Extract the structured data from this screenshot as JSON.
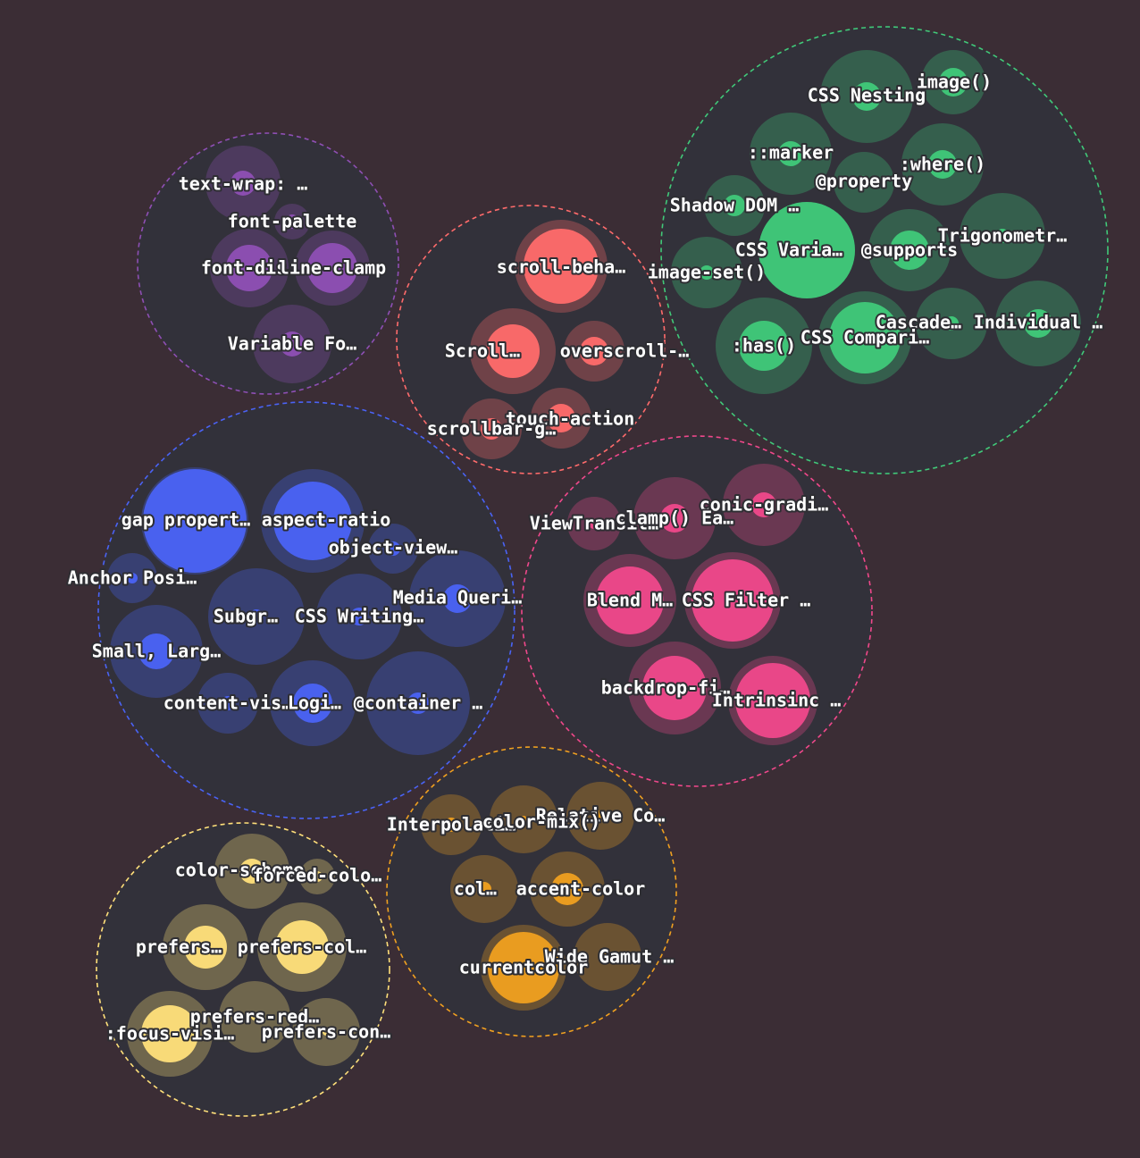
{
  "chart_data": {
    "type": "packed-bubble",
    "groups": [
      {
        "id": "typography",
        "color": "#8e4fb4",
        "items": [
          {
            "label": "text-wrap: …"
          },
          {
            "label": "font-palette"
          },
          {
            "label": "font-dis…"
          },
          {
            "label": "line-clamp"
          },
          {
            "label": "Variable Fo…"
          }
        ]
      },
      {
        "id": "scrolling",
        "color": "#ff6b6b",
        "items": [
          {
            "label": "scroll-beha…"
          },
          {
            "label": "Scroll…"
          },
          {
            "label": "overscroll-…"
          },
          {
            "label": "touch-action"
          },
          {
            "label": "scrollbar-g…"
          }
        ]
      },
      {
        "id": "selectors-modern",
        "color": "#40c979",
        "items": [
          {
            "label": "CSS Nesting"
          },
          {
            "label": "image()"
          },
          {
            "label": "::marker"
          },
          {
            "label": ":where()"
          },
          {
            "label": "@property"
          },
          {
            "label": "Shadow DOM …"
          },
          {
            "label": "Trigonometr…"
          },
          {
            "label": "CSS Varia…"
          },
          {
            "label": "@supports"
          },
          {
            "label": "image-set()"
          },
          {
            "label": "Cascade…"
          },
          {
            "label": "Individual …"
          },
          {
            "label": "CSS Compari…"
          },
          {
            "label": ":has()"
          }
        ]
      },
      {
        "id": "layout",
        "color": "#4a63f5",
        "items": [
          {
            "label": "gap propert…"
          },
          {
            "label": "aspect-ratio"
          },
          {
            "label": "object-view…"
          },
          {
            "label": "Anchor Posi…"
          },
          {
            "label": "Media Queri…"
          },
          {
            "label": "Subgr…"
          },
          {
            "label": "CSS Writing…"
          },
          {
            "label": "Small, Larg…"
          },
          {
            "label": "content-vis…"
          },
          {
            "label": "Logi…"
          },
          {
            "label": "@container …"
          }
        ]
      },
      {
        "id": "effects",
        "color": "#f0488b",
        "items": [
          {
            "label": "conic-gradi…"
          },
          {
            "label": "ViewTransit…"
          },
          {
            "label": "clamp() Ea…"
          },
          {
            "label": "Blend M…"
          },
          {
            "label": "CSS Filter …"
          },
          {
            "label": "backdrop-fi…"
          },
          {
            "label": "Intrinsinc …"
          }
        ]
      },
      {
        "id": "color",
        "color": "#f0a020",
        "items": [
          {
            "label": "Relative Co…"
          },
          {
            "label": "Interpolati…"
          },
          {
            "label": "color-mix()"
          },
          {
            "label": "col…"
          },
          {
            "label": "accent-color"
          },
          {
            "label": "Wide Gamut …"
          },
          {
            "label": "currentcolor"
          }
        ]
      },
      {
        "id": "user-preferences",
        "color": "#ffe07a",
        "items": [
          {
            "label": "color-scheme"
          },
          {
            "label": "forced-colo…"
          },
          {
            "label": "prefers…"
          },
          {
            "label": "prefers-col…"
          },
          {
            "label": "prefers-red…"
          },
          {
            "label": ":focus-visi…"
          },
          {
            "label": "prefers-con…"
          }
        ]
      }
    ]
  }
}
